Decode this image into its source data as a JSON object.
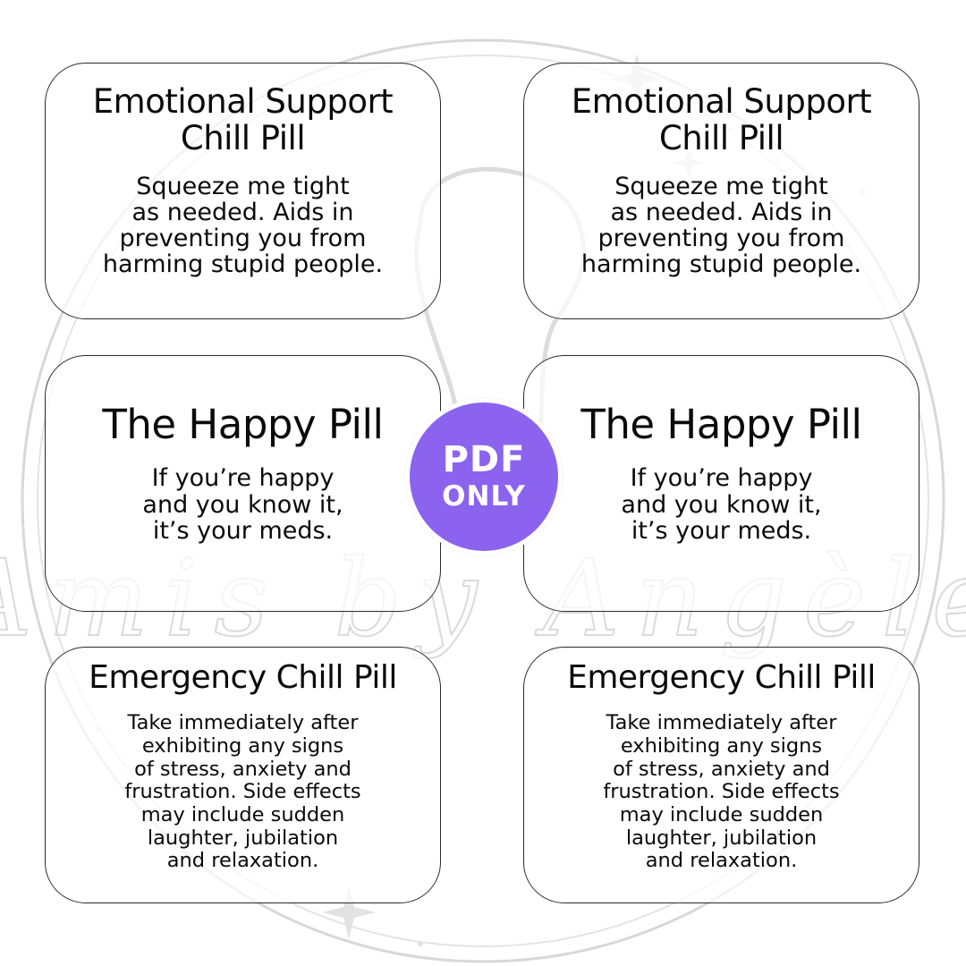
{
  "watermark": {
    "text": "Amis by Angèle"
  },
  "badge": {
    "line1": "PDF",
    "line2": "ONLY",
    "color": "#8b63ee"
  },
  "cards": [
    {
      "title": "Emotional Support\nChill Pill",
      "body": "Squeeze me tight\nas needed. Aids in\npreventing you from\nharming stupid people."
    },
    {
      "title": "Emotional Support\nChill Pill",
      "body": "Squeeze me tight\nas needed. Aids in\npreventing you from\nharming stupid people."
    },
    {
      "title": "The Happy Pill",
      "body": "If you’re happy\nand you know it,\nit’s your meds."
    },
    {
      "title": "The Happy Pill",
      "body": "If you’re happy\nand you know it,\nit’s your meds."
    },
    {
      "title": "Emergency Chill Pill",
      "body": "Take immediately after\nexhibiting any signs\nof stress, anxiety and\nfrustration. Side effects\nmay include sudden\nlaughter, jubilation\nand relaxation."
    },
    {
      "title": "Emergency Chill Pill",
      "body": "Take immediately after\nexhibiting any signs\nof stress, anxiety and\nfrustration. Side effects\nmay include sudden\nlaughter, jubilation\nand relaxation."
    }
  ]
}
